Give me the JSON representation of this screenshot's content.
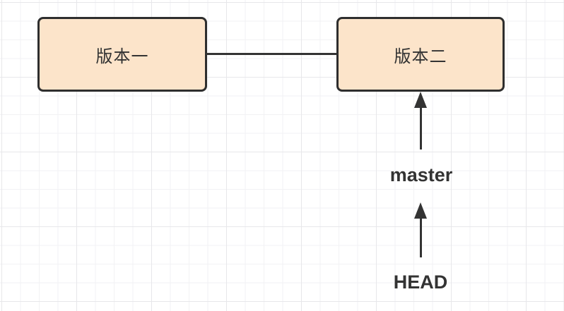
{
  "diagram": {
    "type": "git-version-graph",
    "nodes": {
      "version1": {
        "label": "版本一"
      },
      "version2": {
        "label": "版本二"
      }
    },
    "edges": [
      {
        "from": "version1",
        "to": "version2",
        "style": "plain-line"
      },
      {
        "from": "master",
        "to": "version2",
        "style": "arrow-up"
      },
      {
        "from": "HEAD",
        "to": "master",
        "style": "arrow-up"
      }
    ],
    "pointers": {
      "master": "master",
      "head": "HEAD"
    },
    "colors": {
      "node_fill": "#fce4ca",
      "node_border": "#2e2e2e",
      "line": "#333333",
      "text": "#333333",
      "grid_minor": "#f2f2f4",
      "grid_major": "#e7e7ea",
      "background": "#ffffff"
    }
  }
}
